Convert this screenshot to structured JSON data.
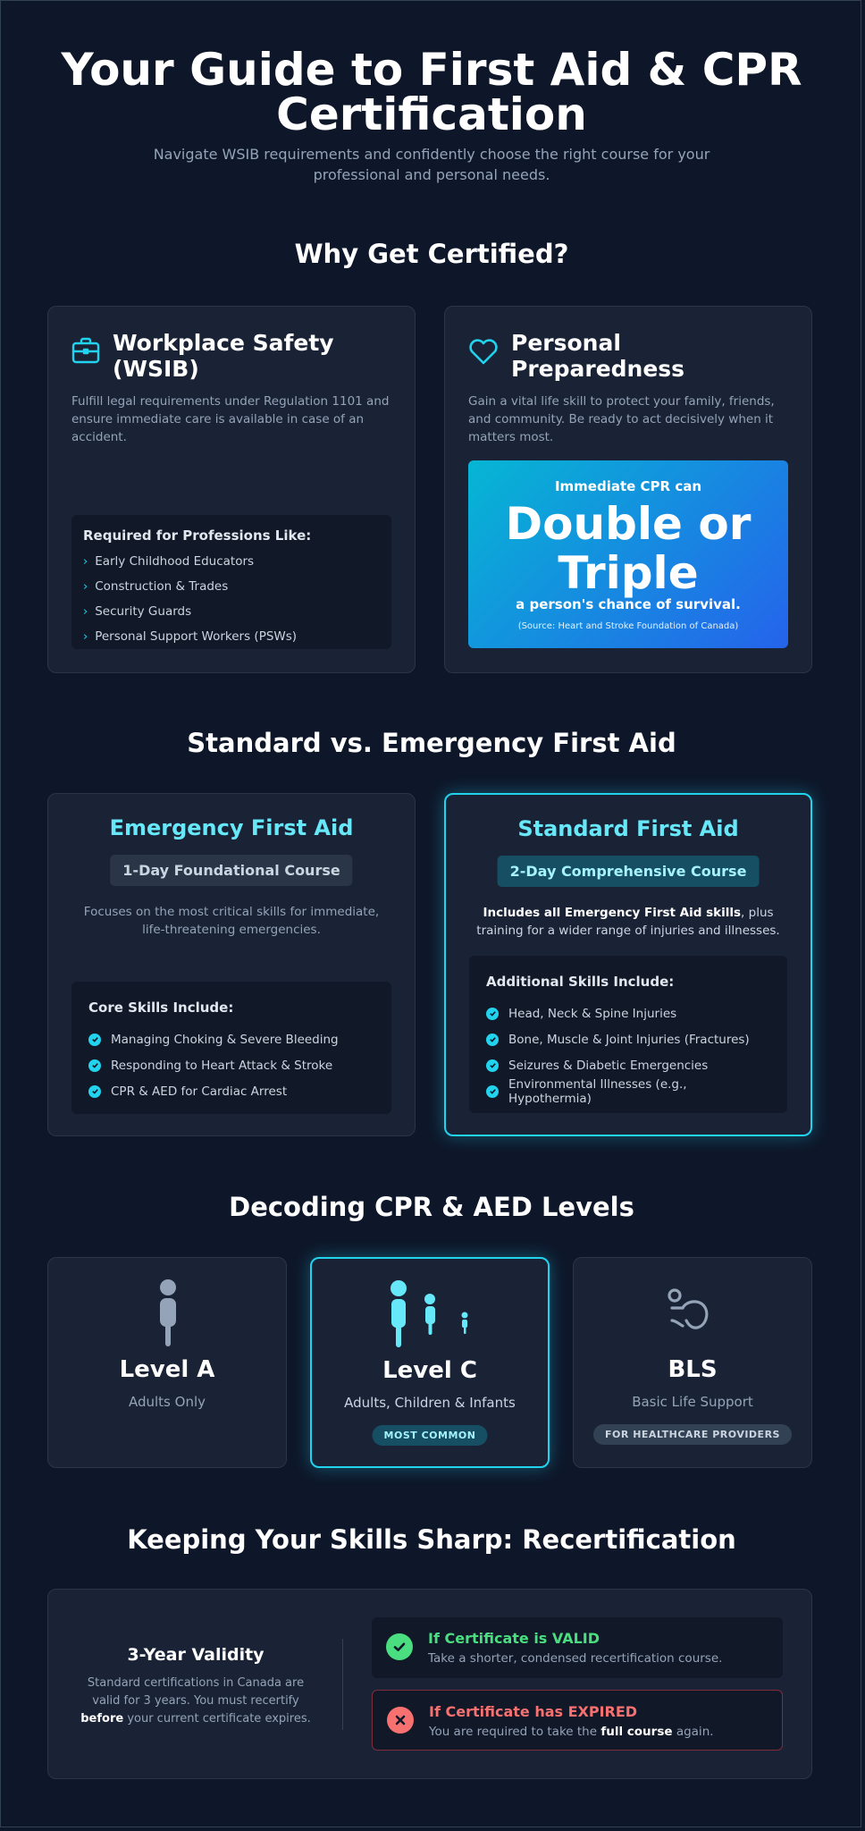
{
  "header": {
    "title_line1": "Your Guide to First Aid & CPR",
    "title_line2": "Certification",
    "subtitle": "Navigate WSIB requirements and confidently choose the right course for your professional and personal needs."
  },
  "why": {
    "title": "Why Get Certified?",
    "workplace": {
      "icon": "briefcase-icon",
      "title": "Workplace Safety (WSIB)",
      "desc": "Fulfill legal requirements under Regulation 1101 and ensure immediate care is available in case of an accident.",
      "list_title": "Required for Professions Like:",
      "items": [
        "Early Childhood Educators",
        "Construction & Trades",
        "Security Guards",
        "Personal Support Workers (PSWs)"
      ]
    },
    "personal": {
      "icon": "heart-icon",
      "title": "Personal Preparedness",
      "desc": "Gain a vital life skill to protect your family, friends, and community. Be ready to act decisively when it matters most.",
      "stat_lead": "Immediate CPR can",
      "stat_big_1": "Double or",
      "stat_big_2": "Triple",
      "stat_tail": "a person's chance of survival.",
      "stat_source": "(Source: Heart and Stroke Foundation of Canada)"
    }
  },
  "compare": {
    "title": "Standard vs. Emergency First Aid",
    "emergency": {
      "title": "Emergency First Aid",
      "pill": "1-Day Foundational Course",
      "desc": "Focuses on the most critical skills for immediate, life-threatening emergencies.",
      "list_title": "Core Skills Include:",
      "items": [
        "Managing Choking & Severe Bleeding",
        "Responding to Heart Attack & Stroke",
        "CPR & AED for Cardiac Arrest"
      ]
    },
    "standard": {
      "title": "Standard First Aid",
      "pill": "2-Day Comprehensive Course",
      "desc_bold": "Includes all Emergency First Aid skills",
      "desc_rest": ", plus training for a wider range of injuries and illnesses.",
      "list_title": "Additional Skills Include:",
      "items": [
        "Head, Neck & Spine Injuries",
        "Bone, Muscle & Joint Injuries (Fractures)",
        "Seizures & Diabetic Emergencies",
        "Environmental Illnesses (e.g., Hypothermia)"
      ]
    }
  },
  "levels": {
    "title": "Decoding CPR & AED Levels",
    "items": [
      {
        "icon": "adult-person-icon",
        "name": "Level A",
        "sub": "Adults Only"
      },
      {
        "icon": "family-icon",
        "name": "Level C",
        "sub": "Adults, Children & Infants",
        "badge": "MOST COMMON"
      },
      {
        "icon": "healthcare-icon",
        "name": "BLS",
        "sub": "Basic Life Support",
        "badge": "FOR HEALTHCARE PROVIDERS"
      }
    ]
  },
  "recert": {
    "title": "Keeping Your Skills Sharp: Recertification",
    "validity_title": "3-Year Validity",
    "validity_desc_1": "Standard certifications in Canada are valid for 3 years. You must recertify ",
    "validity_bold": "before",
    "validity_desc_2": " your current certificate expires.",
    "valid": {
      "title": "If Certificate is VALID",
      "desc": "Take a shorter, condensed recertification course."
    },
    "expired": {
      "title": "If Certificate has EXPIRED",
      "desc_1": "You are required to take the ",
      "desc_bold": "full course",
      "desc_2": " again."
    }
  },
  "colors": {
    "accent": "#22d3ee",
    "valid": "#4ade80",
    "expired": "#f87171",
    "bg": "#0e172a"
  }
}
